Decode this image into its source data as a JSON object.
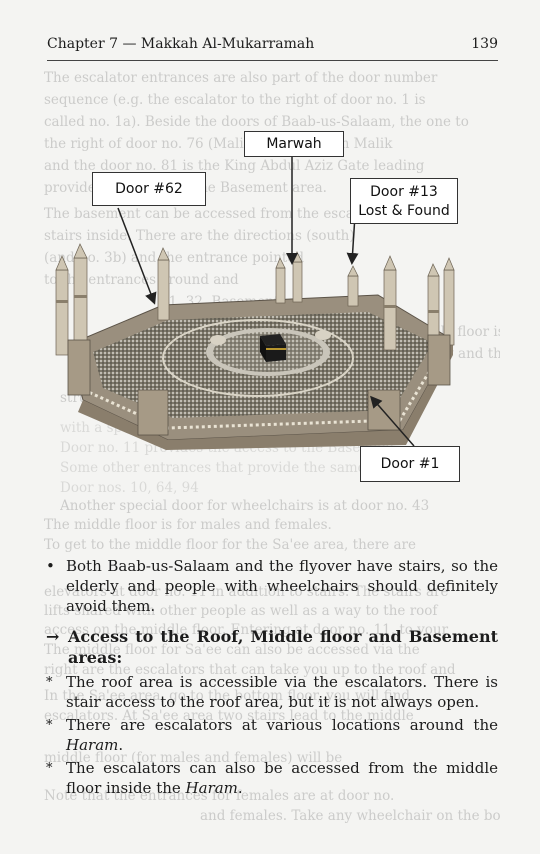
{
  "header": {
    "chapter": "Chapter 7 — Makkah Al-Mukarramah",
    "page_number": "139"
  },
  "callouts": {
    "marwah": "Marwah",
    "door62": "Door #62",
    "door13_line1": "Door #13",
    "door13_line2": "Lost & Found",
    "door1": "Door #1"
  },
  "bullet": {
    "mark": "•",
    "text": "Both Baab-us-Salaam and the flyover have stairs, so the elderly and people with wheelchairs should definitely avoid them."
  },
  "section": {
    "arrow": "→",
    "heading": "Access to the Roof, Middle floor and Basement areas:"
  },
  "items": [
    {
      "mark": "*",
      "text": "The roof area is accessible via the escalators. There is stair access to the roof area, but it is not always open."
    },
    {
      "mark": "*",
      "text_before": "There are escalators at various locations around the ",
      "emph": "Haram",
      "text_after": "."
    },
    {
      "mark": "*",
      "text_before": "The escalators can also be accessed from the middle floor inside the ",
      "emph": "Haram",
      "text_after": "."
    }
  ],
  "ghost_lines": [
    "The escalator entrances are also part of the door number",
    "sequence (e.g. the escalator to the right of door no. 1 is",
    "called no. 1a). Beside the doors of Baab-us-Salaam, the one to",
    "the right of door no. 76 (Malik) and between Malik",
    "and the door no. 81 is the King Abdul Aziz Gate leading",
    "provide the access to the Basement area.",
    "The basement can be accessed from the escalators and",
    "stairs inside. There are the directions (south)",
    "(and no. 3b) and the entrance pointed",
    "to the entrances around and",
    "31, 32, Basement",
    "the middle floor is for",
    "the elderly and the people with disability",
    "structure at the place to the Roof, Middle floor",
    "with a special entrance for the wheelchair users",
    "Door no. 11 provides the access to the Basement",
    "Some other entrances that provide the same access",
    "Door nos. 10, 64, 94",
    "Another special door for wheelchairs is at door no. 43",
    "The middle floor is for males and females.",
    "To get to the middle floor for the Sa'ee area, there are",
    "elevators at door no. 11 in addition to stairs. The stairs are",
    "lifts shared with other people as well as a way to the roof",
    "access on the middle floor. Entering at door no. 11, to your",
    "The middle floor for Sa'ee can also be accessed via the",
    "right are the escalators that can take you up to the roof and",
    "In the Sa'ee area, go to the bottom floor, you will find",
    "escalators. At Sa'ee area two stairs lead to the middle",
    "middle floor (for males and females) will be",
    "Note that the entrances for females are at door no.",
    "and females. Take any wheelchair on the bottom floor, go"
  ]
}
